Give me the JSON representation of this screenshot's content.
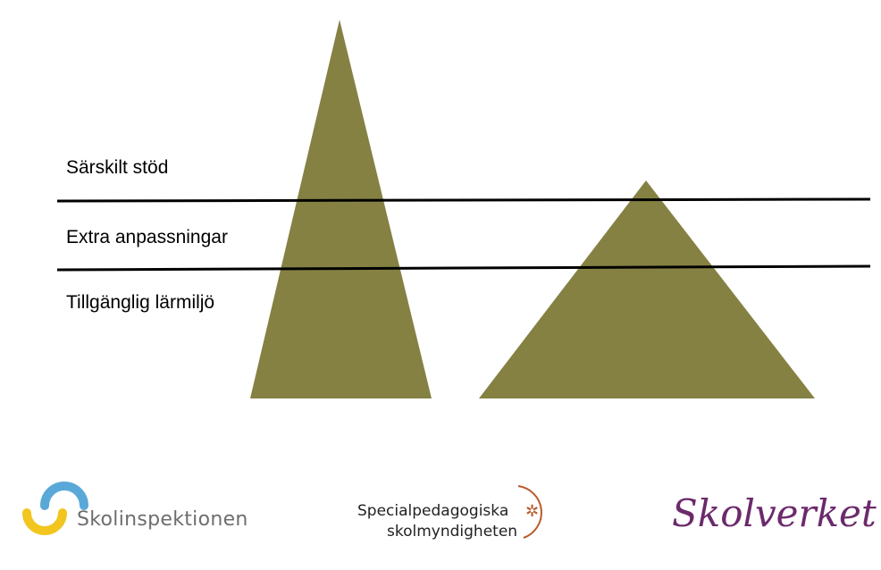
{
  "levels": [
    {
      "label": "Särskilt stöd"
    },
    {
      "label": "Extra anpassningar"
    },
    {
      "label": "Tillgänglig lärmiljö"
    }
  ],
  "colors": {
    "triangle_fill": "#848143",
    "line": "#000000",
    "skolinspektionen_blue": "#5aa8d8",
    "skolinspektionen_yellow": "#f2c51f",
    "spsm_accent": "#b85a2a",
    "skolverket_purple": "#6b2a6b"
  },
  "logos": {
    "skolinspektionen": "Skolinspektionen",
    "spsm_line1": "Specialpedagogiska",
    "spsm_line2": "skolmyndigheten",
    "skolverket": "Skolverket"
  }
}
